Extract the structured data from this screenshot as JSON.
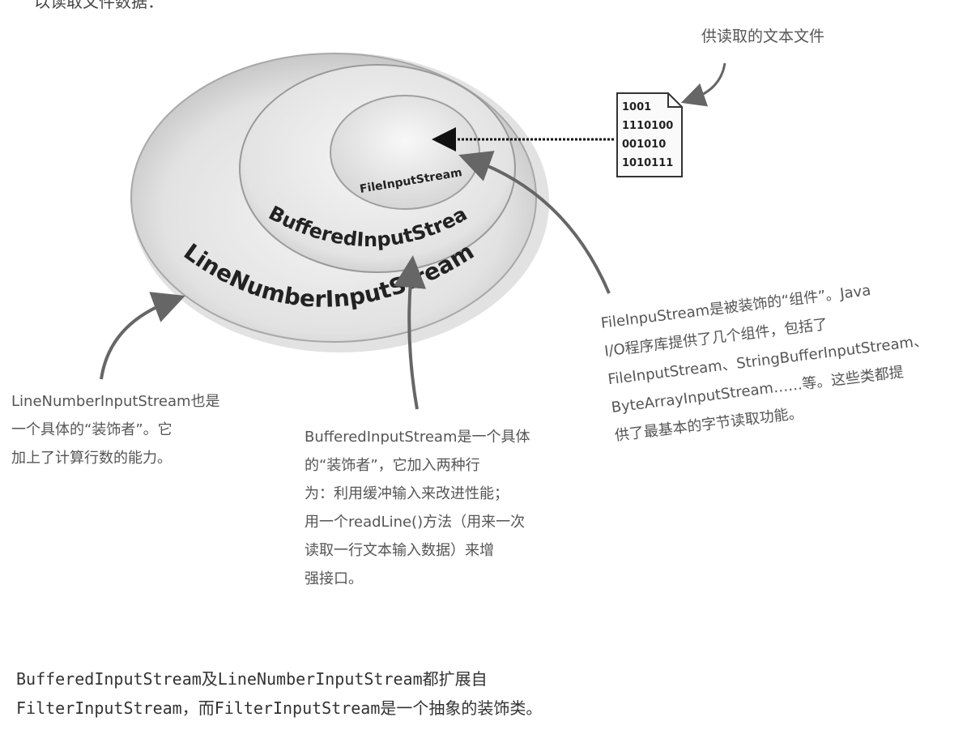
{
  "header": {
    "text": "以读取文件数据："
  },
  "diagram": {
    "rings": {
      "outer": "LineNumberInputStream",
      "middle": "BufferedInputStream",
      "inner": "FileInputStream"
    },
    "file_icon": {
      "label": "供读取的文本文件",
      "lines": [
        "1001",
        "1110100",
        "001010",
        "1010111"
      ]
    }
  },
  "annotations": {
    "left": [
      "LineNumberInputStream也是",
      "一个具体的“装饰者”。它",
      "加上了计算行数的能力。"
    ],
    "middle": [
      "BufferedInputStream是一个具体",
      "的“装饰者”，它加入两种行",
      "为：利用缓冲输入来改进性能；",
      "用一个readLine()方法（用来一次",
      "读取一行文本输入数据）来增",
      "强接口。"
    ],
    "right": [
      "FileInpuStream是被装饰的“组件”。Java",
      "I/O程序库提供了几个组件，包括了",
      "FileInputStream、StringBufferInputStream、",
      "ByteArrayInputStream……等。这些类都提",
      "供了最基本的字节读取功能。"
    ]
  },
  "footer": {
    "lines": [
      "BufferedInputStream及LineNumberInputStream都扩展自",
      "FilterInputStream，而FilterInputStream是一个抽象的装饰类。"
    ]
  },
  "colors": {
    "ring_fill": "#e4e4e4",
    "ring_edge": "#9a9a9a",
    "arrow": "#666666"
  }
}
